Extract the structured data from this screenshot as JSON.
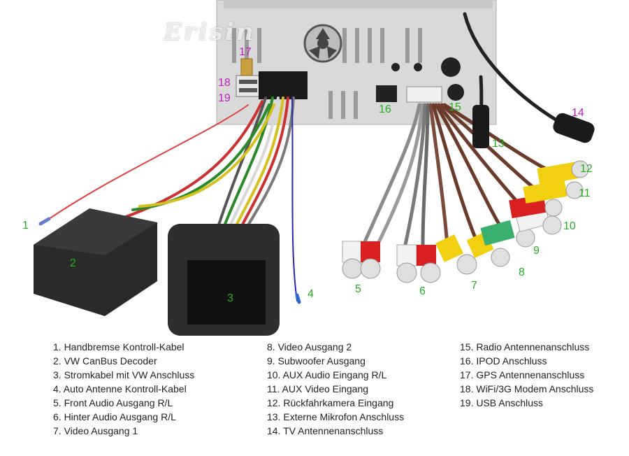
{
  "logo_text": "Erisin",
  "number_labels": [
    {
      "n": "1",
      "color": "green"
    },
    {
      "n": "2",
      "color": "green"
    },
    {
      "n": "3",
      "color": "green"
    },
    {
      "n": "4",
      "color": "green"
    },
    {
      "n": "5",
      "color": "green"
    },
    {
      "n": "6",
      "color": "green"
    },
    {
      "n": "7",
      "color": "green"
    },
    {
      "n": "8",
      "color": "green"
    },
    {
      "n": "9",
      "color": "green"
    },
    {
      "n": "10",
      "color": "green"
    },
    {
      "n": "11",
      "color": "green"
    },
    {
      "n": "12",
      "color": "green"
    },
    {
      "n": "13",
      "color": "green"
    },
    {
      "n": "14",
      "color": "purple"
    },
    {
      "n": "15",
      "color": "green"
    },
    {
      "n": "16",
      "color": "green"
    },
    {
      "n": "17",
      "color": "purple"
    },
    {
      "n": "18",
      "color": "purple"
    },
    {
      "n": "19",
      "color": "purple"
    }
  ],
  "legend_col1": [
    "1. Handbremse Kontroll-Kabel",
    "2. VW CanBus Decoder",
    "3. Stromkabel mit VW Anschluss",
    "4. Auto Antenne Kontroll-Kabel",
    "5. Front Audio Ausgang R/L",
    "6. Hinter Audio Ausgang R/L",
    "7. Video Ausgang 1"
  ],
  "legend_col2": [
    "8. Video Ausgang 2",
    "9. Subwoofer Ausgang",
    "10. AUX Audio Eingang R/L",
    "11. AUX Video Eingang",
    "12. Rückfahrkamera Eingang",
    "13. Externe Mikrofon Anschluss",
    "14. TV Antennenanschluss"
  ],
  "legend_col3": [
    "15. Radio Antennenanschluss",
    "16. IPOD Anschluss",
    "17. GPS Antennenanschluss",
    "18. WiFi/3G Modem Anschluss",
    "19. USB Anschluss"
  ],
  "colors": {
    "green_label": "#22b020",
    "purple_label": "#c020c0"
  }
}
